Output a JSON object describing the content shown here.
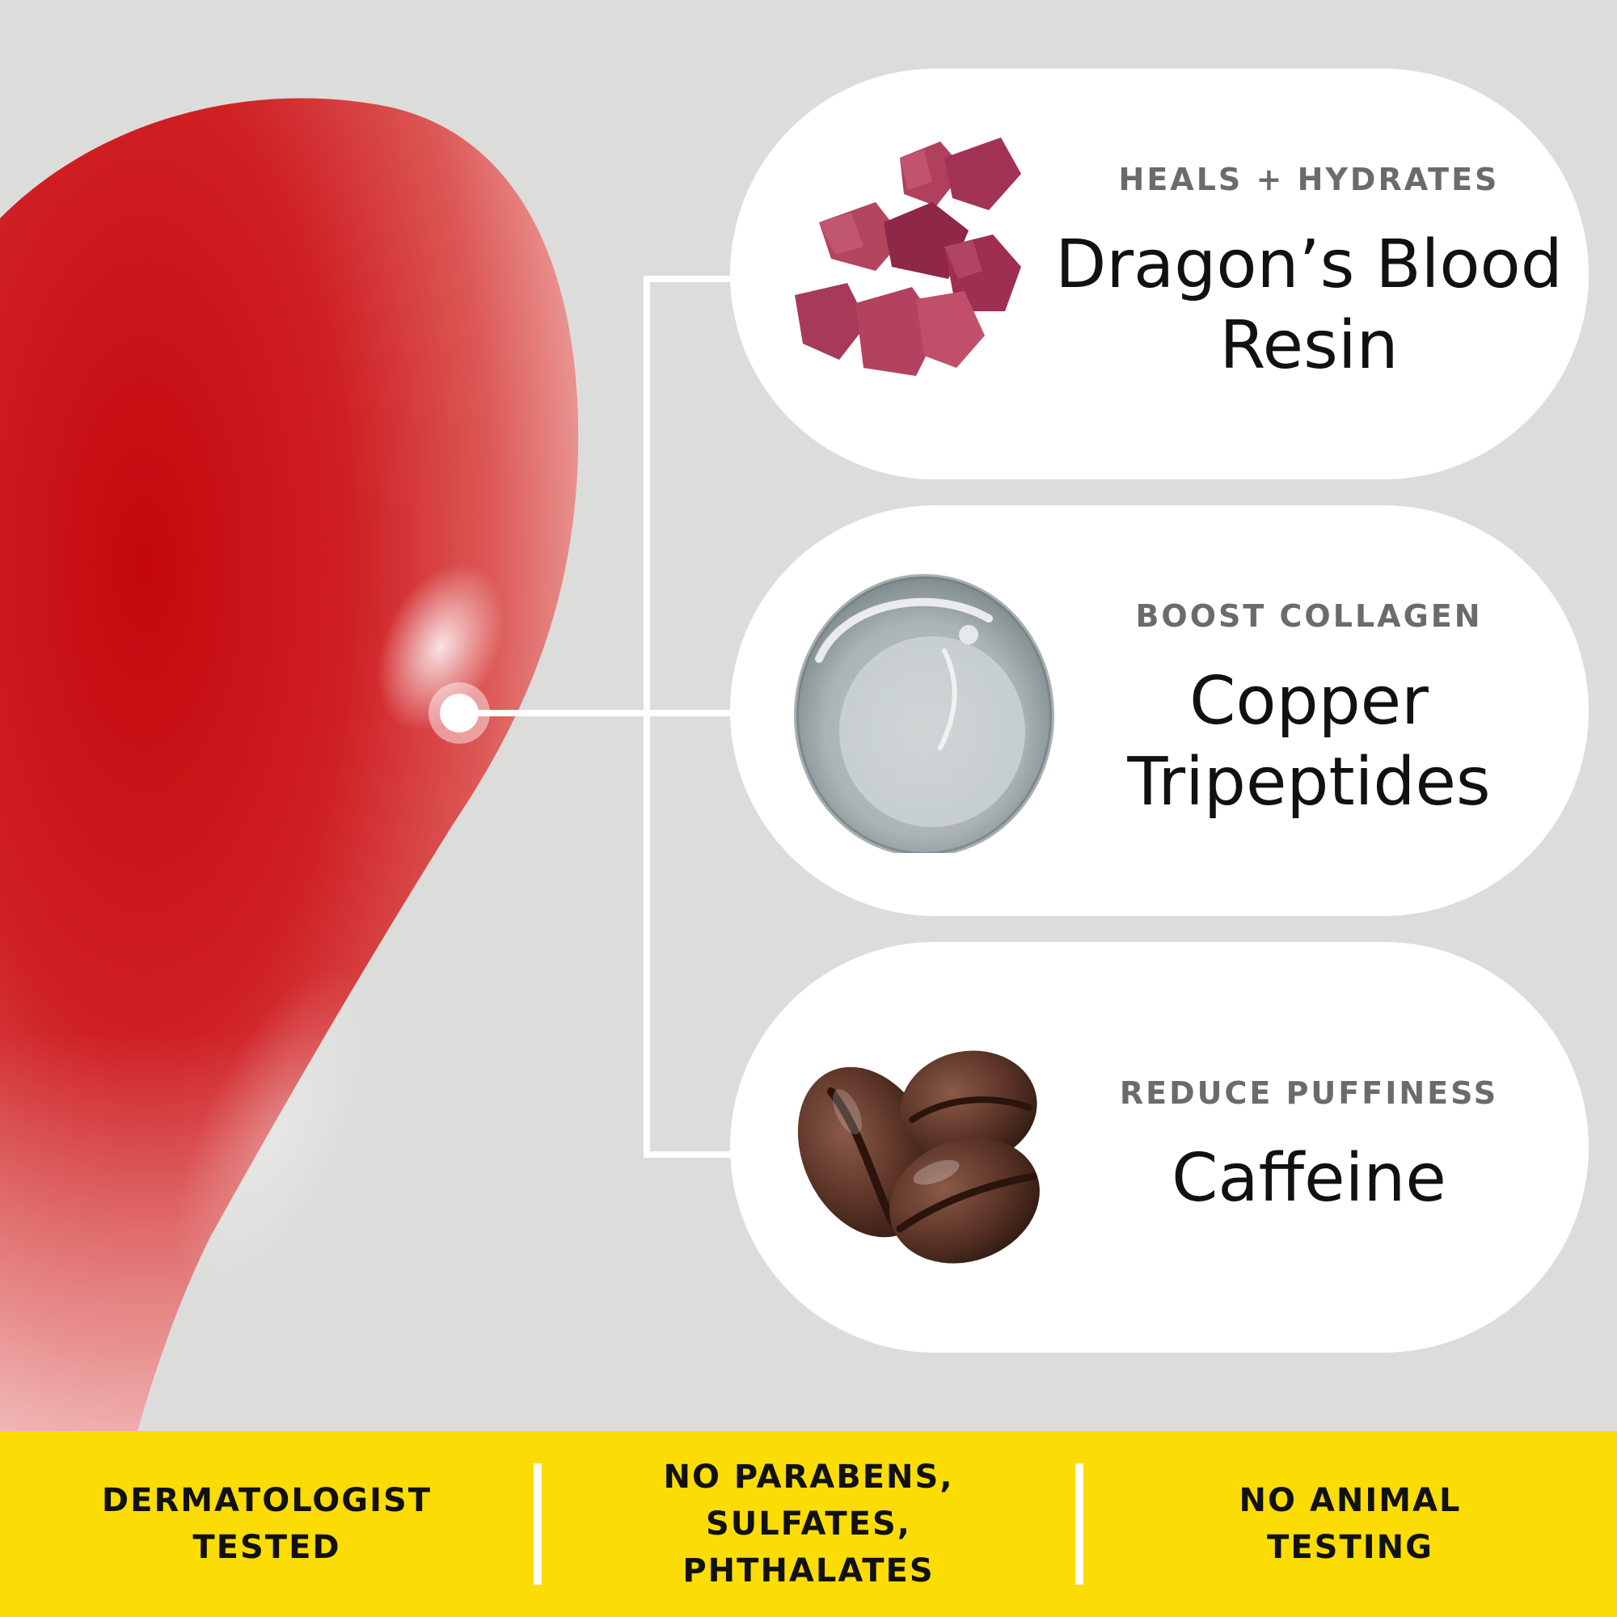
{
  "colors": {
    "background": "#dcdcdb",
    "swatch_red": "#c91418",
    "card_bg": "#ffffff",
    "kicker_gray": "#6b6b6b",
    "title_black": "#111111",
    "band_yellow": "#fcdc05",
    "connector": "#ffffff"
  },
  "ingredients": [
    {
      "kicker": "HEALS + HYDRATES",
      "title_line1": "Dragon’s Blood",
      "title_line2": "Resin",
      "icon": "resin-chunks-icon"
    },
    {
      "kicker": "BOOST COLLAGEN",
      "title_line1": "Copper",
      "title_line2": "Tripeptides",
      "icon": "gel-drop-icon"
    },
    {
      "kicker": "REDUCE PUFFINESS",
      "title_line1": "Caffeine",
      "title_line2": "",
      "icon": "coffee-beans-icon"
    }
  ],
  "badges": [
    {
      "text": "DERMATOLOGIST\nTESTED"
    },
    {
      "text": "NO PARABENS,\nSULFATES,\nPHTHALATES"
    },
    {
      "text": "NO ANIMAL\nTESTING"
    }
  ]
}
